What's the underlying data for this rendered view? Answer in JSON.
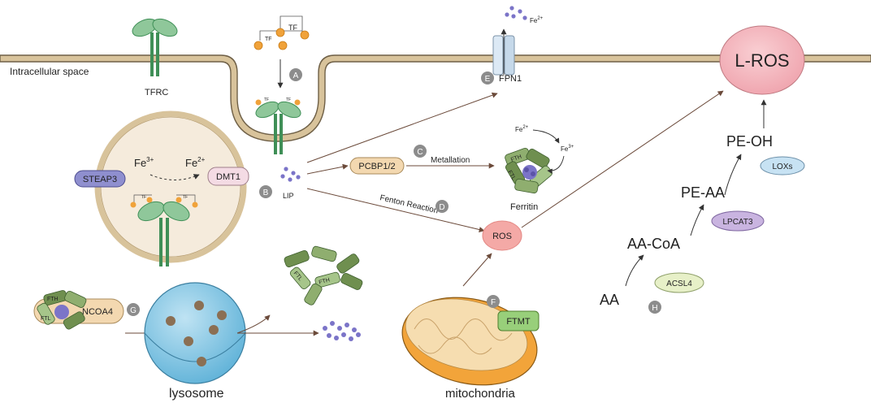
{
  "membrane": {
    "intracellular_label": "Intracellular space"
  },
  "receptors": {
    "tfrc": "TFRC"
  },
  "iron": {
    "fe3_base": "Fe",
    "fe3_sup": "3+",
    "fe2_base": "Fe",
    "fe2_sup": "2+",
    "fe_small": "Fe",
    "fe_sup_small": "2+",
    "fe3_sup_small": "3+",
    "tf": "TF",
    "fe_atom": "Fe"
  },
  "steps": {
    "a": "A",
    "b": "B",
    "c": "C",
    "d": "D",
    "e": "E",
    "f": "F",
    "g": "G",
    "h": "H"
  },
  "proteins": {
    "steap3": "STEAP3",
    "dmt1": "DMT1",
    "lip": "LIP",
    "pcbp": "PCBP1/2",
    "fpn1": "FPN1",
    "ferritin": "Ferritin",
    "ros": "ROS",
    "lros": "L-ROS",
    "ncoa4": "NCOA4",
    "ftmt": "FTMT",
    "fth": "FTH",
    "ftl": "FTL"
  },
  "processes": {
    "metallation": "Metallation",
    "fenton": "Fenton Reaction"
  },
  "organelles": {
    "lysosome": "lysosome",
    "mitochondria": "mitochondria"
  },
  "lipid": {
    "aa": "AA",
    "aacoa": "AA-CoA",
    "peaa": "PE-AA",
    "peoh": "PE-OH",
    "acsl4": "ACSL4",
    "lpcat3": "LPCAT3",
    "loxs": "LOXs"
  },
  "colors": {
    "membrane": "#d8c39b",
    "membrane_edge": "#6f6047",
    "receptor": "#8fc79a",
    "receptor_dark": "#3f8f57",
    "iron_orange": "#f0a23a",
    "lip_purple": "#7b74c8",
    "lros_pink": "#f3b3bb",
    "ros_pink": "#f4a9a6",
    "steap3_purple": "#8f8fcf",
    "dmt1_pink": "#f4dbe4",
    "pcbp_tan": "#f3d8b0",
    "lysosome_blue": "#7cc3e3",
    "mito_orange": "#f2a43a",
    "ftmt_green": "#98cf7a",
    "loxs_blue": "#c7e2f3",
    "lpcat3_purple": "#c9b4e0",
    "acsl4_green": "#e7f0c8",
    "badge_grey": "#8c8c8c"
  }
}
